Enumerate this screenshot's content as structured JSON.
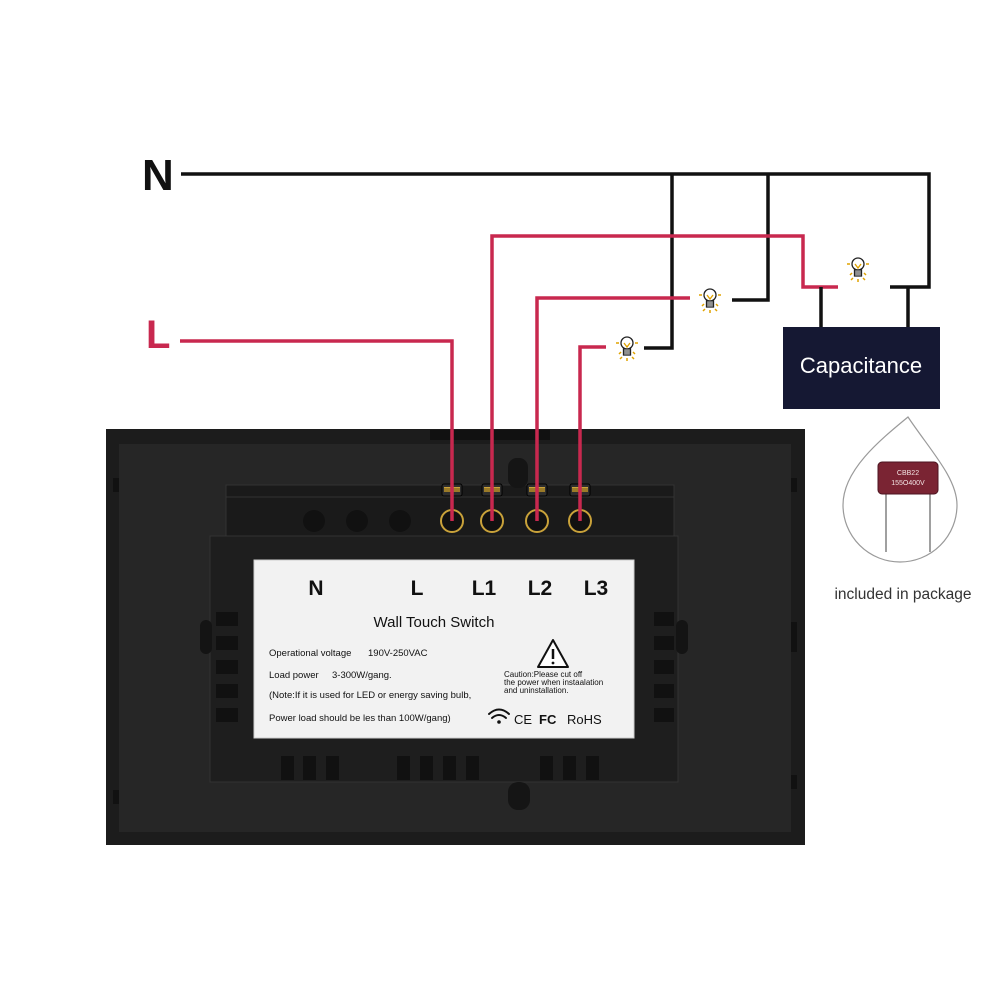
{
  "wires": {
    "neutral_label": "N",
    "line_label": "L"
  },
  "capacitor_box": {
    "label": "Capacitance"
  },
  "capacitor_component": {
    "marking_line1": "CBB22",
    "marking_line2": "155O400V"
  },
  "package_note": "included in package",
  "label_plate": {
    "terminals": [
      "N",
      "L",
      "L1",
      "L2",
      "L3"
    ],
    "title": "Wall Touch Switch",
    "spec_voltage_label": "Operational voltage",
    "spec_voltage_value": "190V-250VAC",
    "spec_load_label": "Load power",
    "spec_load_value": "3-300W/gang.",
    "note_line1": "(Note:If it is used for LED or energy saving bulb,",
    "note_line2": "Power load should be les than 100W/gang)",
    "caution_line1": "Caution:Please cut off",
    "caution_line2": "the power when instaalation",
    "caution_line3": "and uninstallation.",
    "cert_ce": "CE",
    "cert_fc": "FC",
    "cert_rohs": "RoHS"
  },
  "colors": {
    "neutral_wire": "#111111",
    "line_wire": "#c8284f",
    "capacitance_box": "#151833",
    "switch_body": "#1c1c1c",
    "capacitor_body": "#7a2433"
  },
  "icons": [
    "light-bulb-icon",
    "warning-triangle-icon",
    "wifi-icon",
    "screw-terminal-icon"
  ]
}
